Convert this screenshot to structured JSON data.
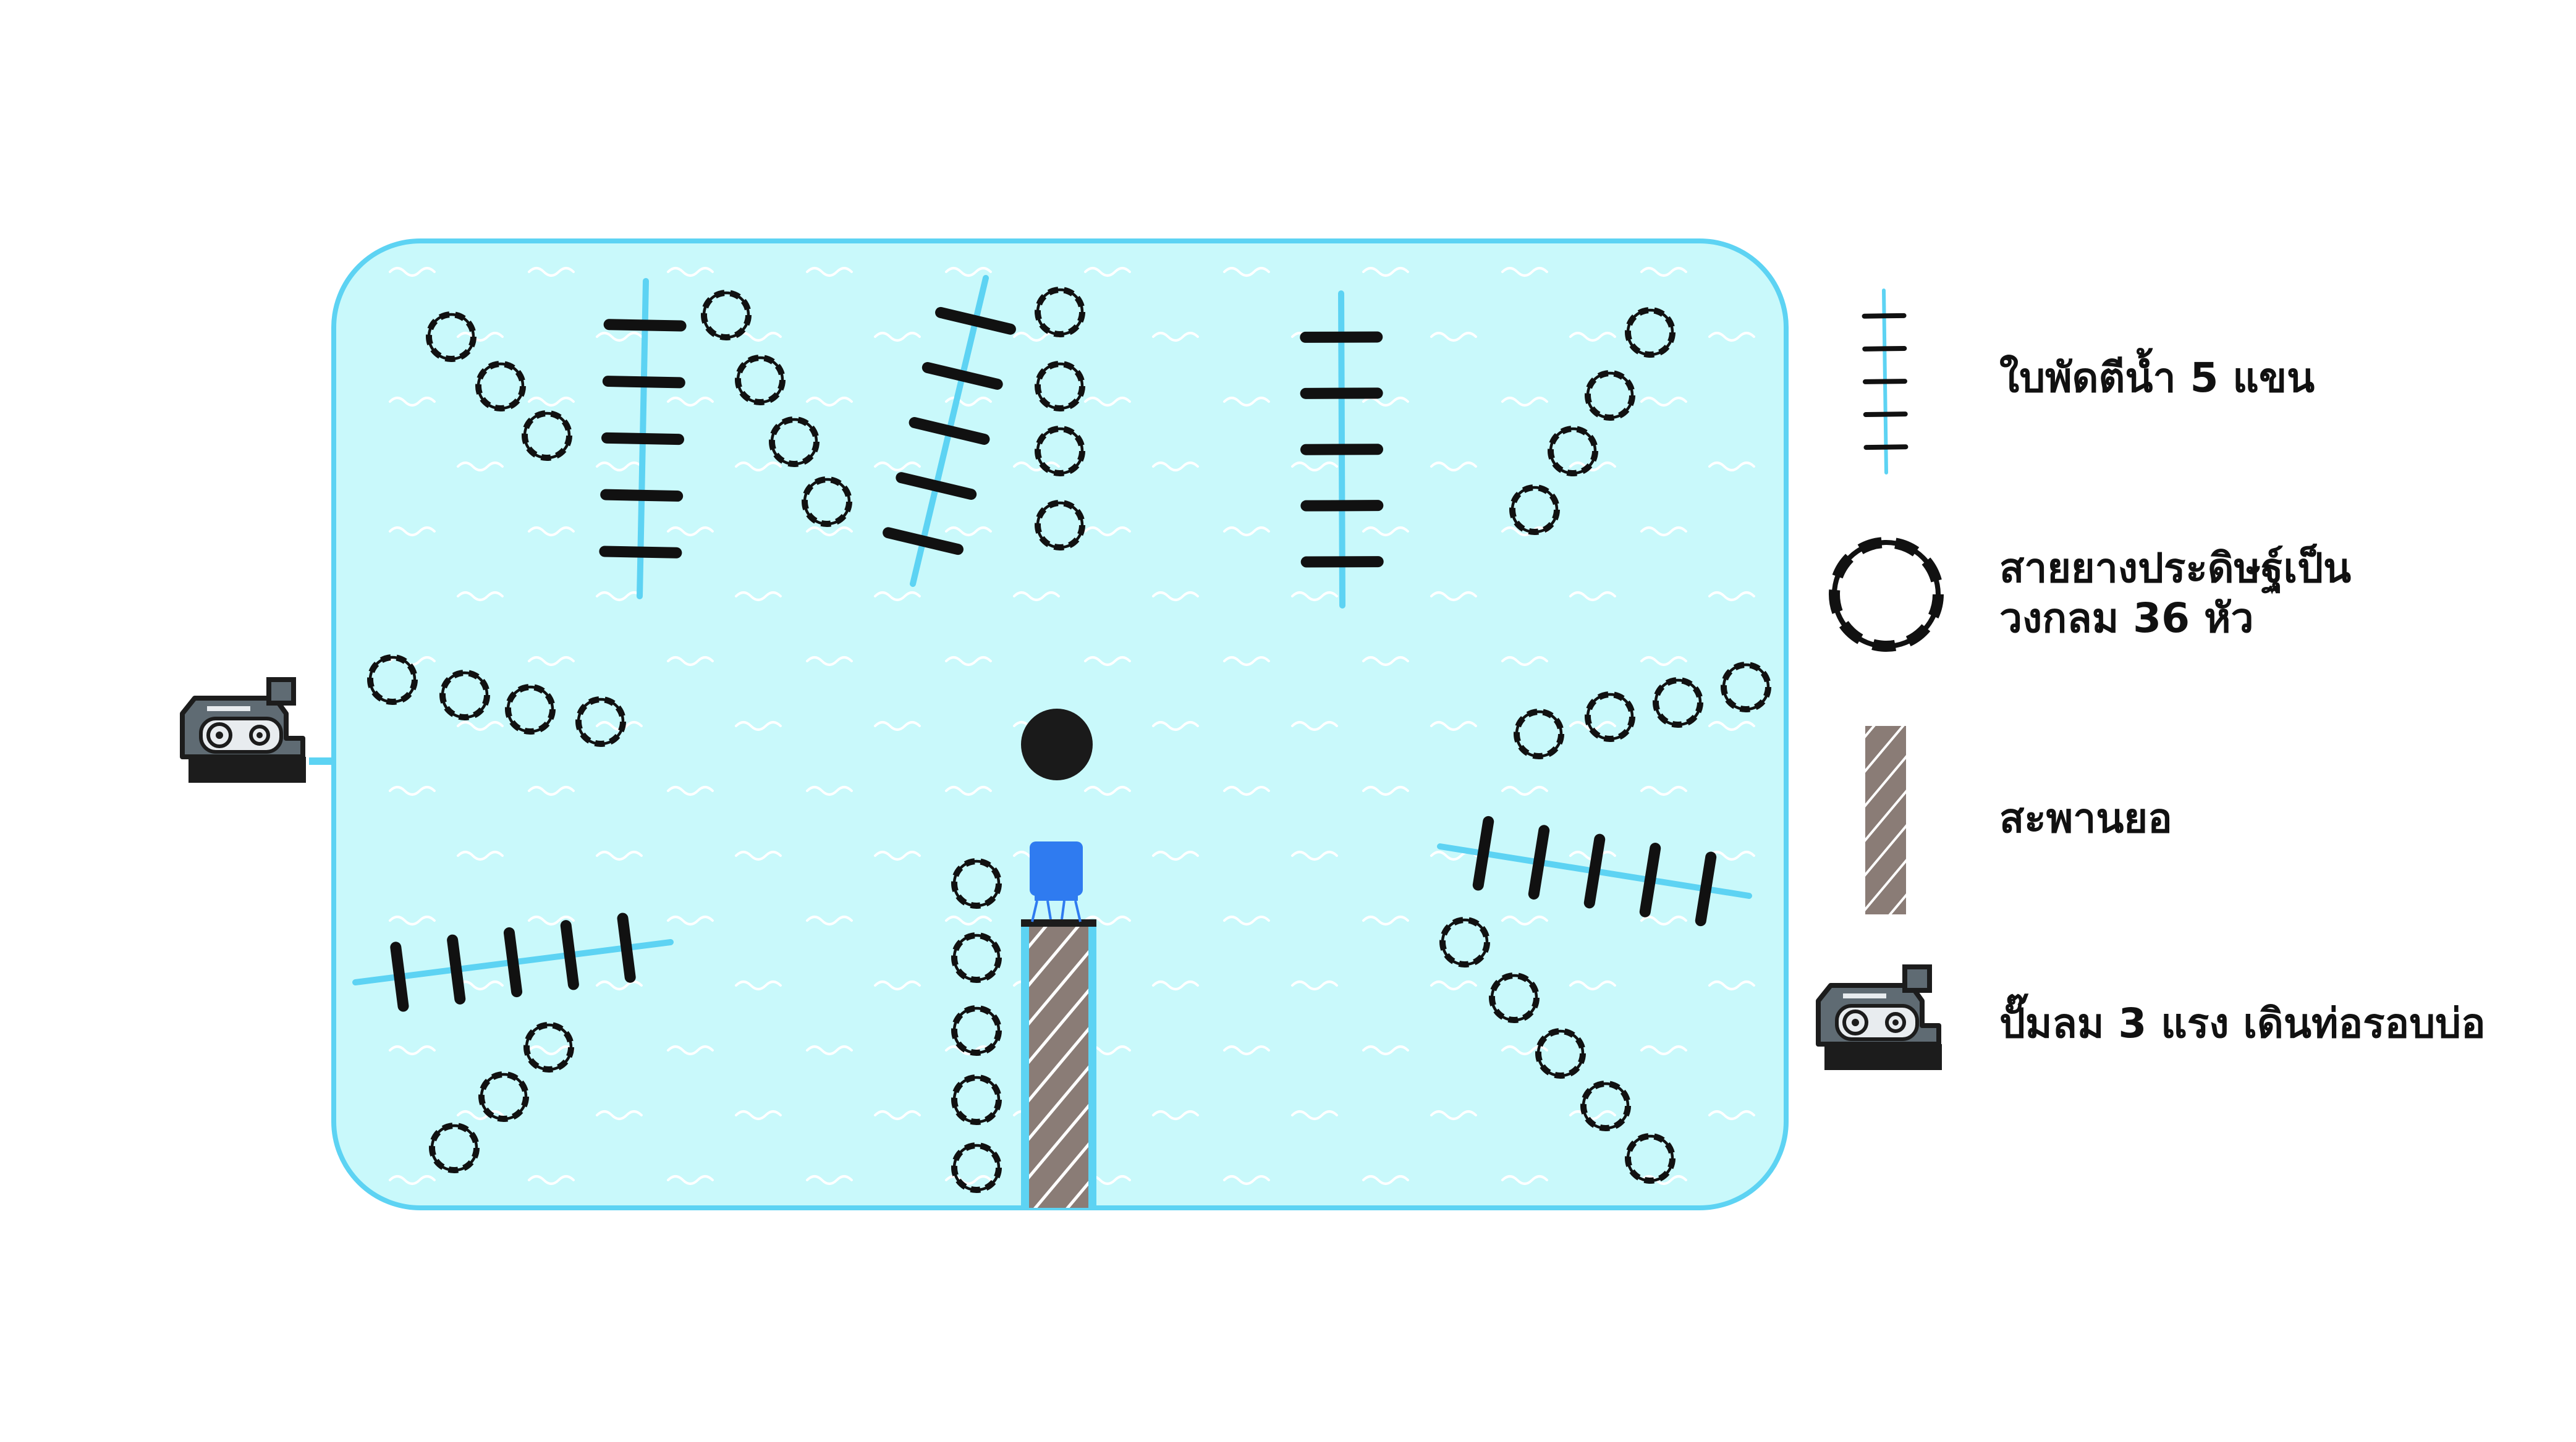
{
  "diagram": {
    "pond": {
      "fill": "#c9f9fb",
      "border": "#5dd3f3",
      "wave_color": "#ffffff"
    },
    "colors": {
      "pipe": "#5dd3f3",
      "paddle": "#111111",
      "ring": "#111111",
      "bridge_fill": "#8a7c76",
      "bridge_stripe": "#ffffff",
      "center_drain": "#1a1a1a",
      "tank": "#2f7bf0",
      "pump_body": "#5f6b73",
      "pump_base": "#1c1c1c"
    },
    "icons": {
      "paddle_wheel": "paddle-wheel-aerator-icon",
      "ring_hose": "ring-aeration-hose-icon",
      "bridge": "walkway-bridge-icon",
      "pump": "air-pump-icon",
      "drain": "center-drain-icon",
      "tank": "water-tank-icon"
    },
    "legend": {
      "paddle_label": "ใบพัดตีน้ำ 5 แขน",
      "ring_label_line1": "สายยางประดิษฐ์เป็น",
      "ring_label_line2": "วงกลม 36 หัว",
      "bridge_label": "สะพานยอ",
      "pump_label": "ปั๊มลม 3 แรง เดินท่อรอบบ่อ"
    }
  }
}
